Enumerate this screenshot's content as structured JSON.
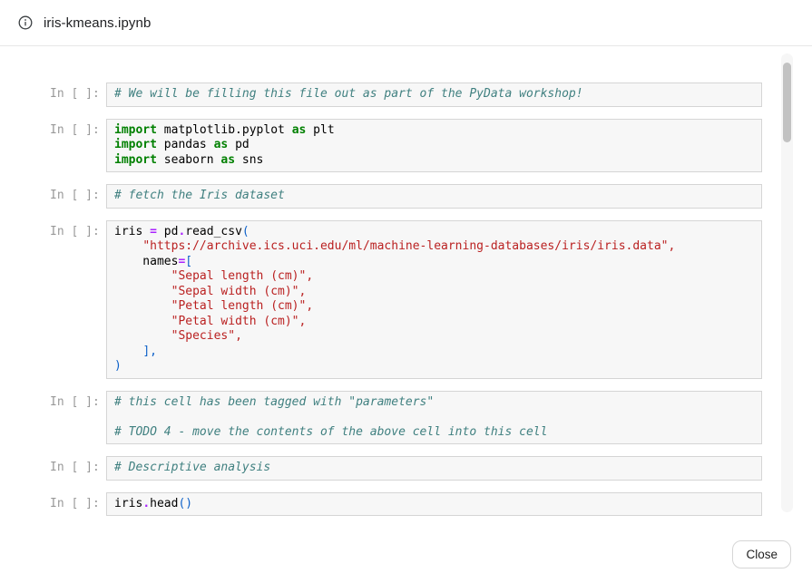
{
  "header": {
    "title": "iris-kmeans.ipynb"
  },
  "footer": {
    "close_label": "Close"
  },
  "colors": {
    "comment": "#408080",
    "keyword": "#008000",
    "string": "#BA2121",
    "operator": "#AA22FF",
    "bracket": "#0D61C9",
    "cell_bg": "#f7f7f7",
    "cell_border": "#d5d5d5",
    "prompt": "#999999",
    "header_border": "#e7e7e7"
  },
  "notebook": {
    "prompt_label": "In [ ]:",
    "cells": [
      {
        "lines": [
          [
            {
              "t": "# We will be filling this file out as part of the PyData workshop!",
              "c": "comment"
            }
          ]
        ]
      },
      {
        "lines": [
          [
            {
              "t": "import",
              "c": "keyword"
            },
            {
              "t": " matplotlib.pyplot ",
              "c": "plain"
            },
            {
              "t": "as",
              "c": "keyword"
            },
            {
              "t": " plt",
              "c": "plain"
            }
          ],
          [
            {
              "t": "import",
              "c": "keyword"
            },
            {
              "t": " pandas ",
              "c": "plain"
            },
            {
              "t": "as",
              "c": "keyword"
            },
            {
              "t": " pd",
              "c": "plain"
            }
          ],
          [
            {
              "t": "import",
              "c": "keyword"
            },
            {
              "t": " seaborn ",
              "c": "plain"
            },
            {
              "t": "as",
              "c": "keyword"
            },
            {
              "t": " sns",
              "c": "plain"
            }
          ]
        ]
      },
      {
        "lines": [
          [
            {
              "t": "# fetch the Iris dataset",
              "c": "comment"
            }
          ]
        ]
      },
      {
        "lines": [
          [
            {
              "t": "iris ",
              "c": "plain"
            },
            {
              "t": "=",
              "c": "operator"
            },
            {
              "t": " pd",
              "c": "plain"
            },
            {
              "t": ".",
              "c": "operator"
            },
            {
              "t": "read_csv",
              "c": "plain"
            },
            {
              "t": "(",
              "c": "bracket"
            }
          ],
          [
            {
              "t": "    ",
              "c": "plain"
            },
            {
              "t": "\"https://archive.ics.uci.edu/ml/machine-learning-databases/iris/iris.data\",",
              "c": "string"
            }
          ],
          [
            {
              "t": "    names",
              "c": "plain"
            },
            {
              "t": "=",
              "c": "operator"
            },
            {
              "t": "[",
              "c": "bracket"
            }
          ],
          [
            {
              "t": "        ",
              "c": "plain"
            },
            {
              "t": "\"Sepal length (cm)\",",
              "c": "string"
            }
          ],
          [
            {
              "t": "        ",
              "c": "plain"
            },
            {
              "t": "\"Sepal width (cm)\",",
              "c": "string"
            }
          ],
          [
            {
              "t": "        ",
              "c": "plain"
            },
            {
              "t": "\"Petal length (cm)\",",
              "c": "string"
            }
          ],
          [
            {
              "t": "        ",
              "c": "plain"
            },
            {
              "t": "\"Petal width (cm)\",",
              "c": "string"
            }
          ],
          [
            {
              "t": "        ",
              "c": "plain"
            },
            {
              "t": "\"Species\",",
              "c": "string"
            }
          ],
          [
            {
              "t": "    ",
              "c": "plain"
            },
            {
              "t": "],",
              "c": "bracket"
            }
          ],
          [
            {
              "t": ")",
              "c": "bracket"
            }
          ]
        ]
      },
      {
        "lines": [
          [
            {
              "t": "# this cell has been tagged with \"parameters\"",
              "c": "comment"
            }
          ],
          [],
          [
            {
              "t": "# TODO 4 - move the contents of the above cell into this cell",
              "c": "comment"
            }
          ]
        ]
      },
      {
        "lines": [
          [
            {
              "t": "# Descriptive analysis",
              "c": "comment"
            }
          ]
        ]
      },
      {
        "lines": [
          [
            {
              "t": "iris",
              "c": "plain"
            },
            {
              "t": ".",
              "c": "operator"
            },
            {
              "t": "head",
              "c": "plain"
            },
            {
              "t": "()",
              "c": "bracket"
            }
          ]
        ]
      }
    ]
  }
}
